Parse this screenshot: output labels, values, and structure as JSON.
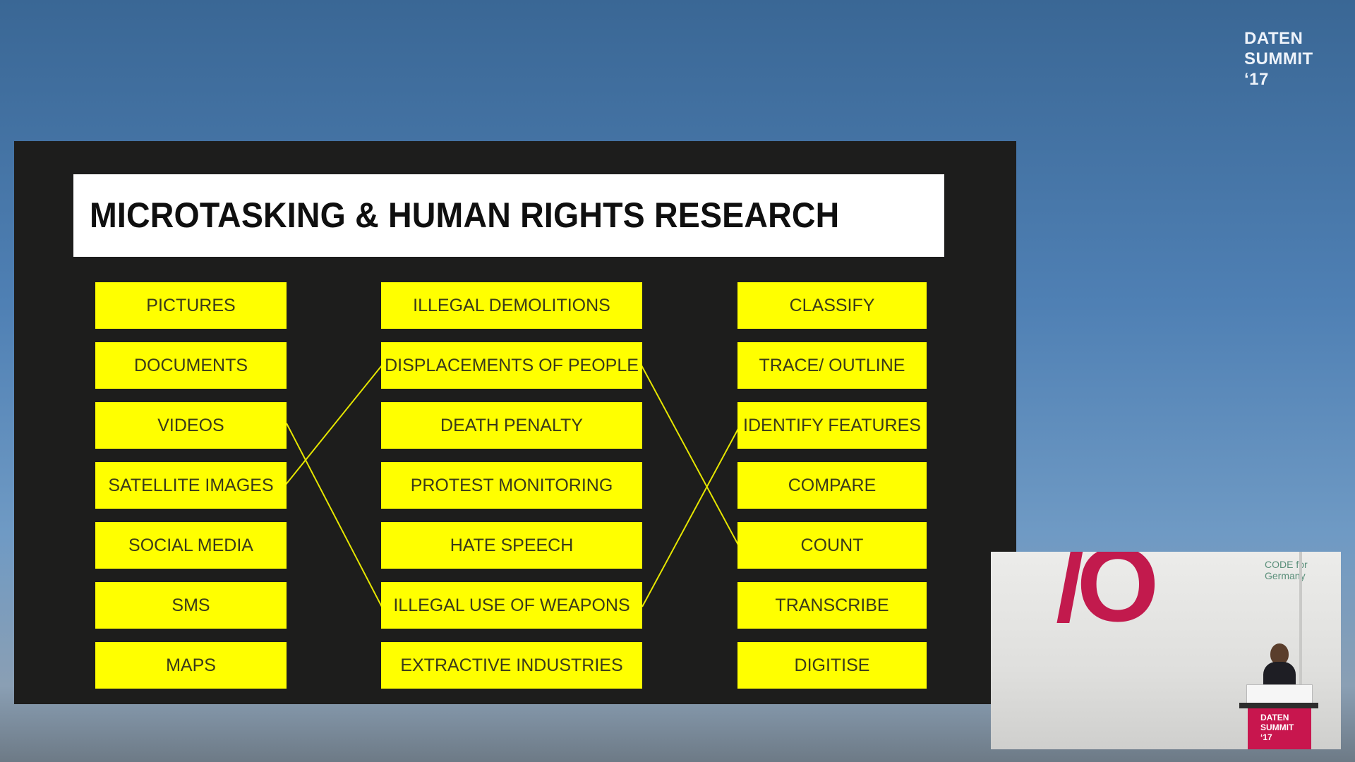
{
  "brand": {
    "line1": "DATEN",
    "line2": "SUMMIT",
    "line3": "‘17"
  },
  "slide": {
    "title": "MICROTASKING & HUMAN RIGHTS RESEARCH",
    "column1": [
      "PICTURES",
      "DOCUMENTS",
      "VIDEOS",
      "SATELLITE IMAGES",
      "SOCIAL MEDIA",
      "SMS",
      "MAPS"
    ],
    "column2": [
      "ILLEGAL DEMOLITIONS",
      "DISPLACEMENTS OF PEOPLE",
      "DEATH PENALTY",
      "PROTEST MONITORING",
      "HATE SPEECH",
      "ILLEGAL USE OF WEAPONS",
      "EXTRACTIVE INDUSTRIES"
    ],
    "column3": [
      "CLASSIFY",
      "TRACE/ OUTLINE",
      "IDENTIFY FEATURES",
      "COMPARE",
      "COUNT",
      "TRANSCRIBE",
      "DIGITISE"
    ],
    "connections": [
      {
        "from": "SATELLITE IMAGES",
        "to": "DISPLACEMENTS OF PEOPLE"
      },
      {
        "from": "VIDEOS",
        "to": "ILLEGAL USE OF WEAPONS"
      },
      {
        "from": "DISPLACEMENTS OF PEOPLE",
        "to": "COUNT"
      },
      {
        "from": "ILLEGAL USE OF WEAPONS",
        "to": "IDENTIFY FEATURES"
      }
    ],
    "box_color": "#ffff00",
    "line_color": "#e6e600",
    "background": "#1d1d1c"
  },
  "pip": {
    "cfg_label": "CODE for Germany",
    "lectern_line1": "DATEN",
    "lectern_line2": "SUMMIT",
    "lectern_line3": "‘17",
    "accent": "#c8164e"
  }
}
